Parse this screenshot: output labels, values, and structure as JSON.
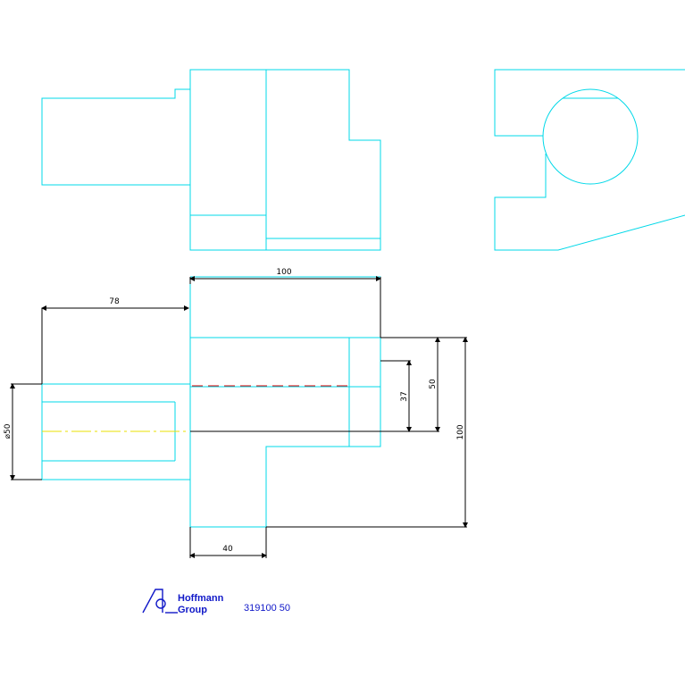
{
  "drawing": {
    "dimensions": {
      "d100_top": "100",
      "d78": "78",
      "d50_vert": "50",
      "d37": "37",
      "d100_vert": "100",
      "dia50": "⌀50",
      "d40": "40"
    },
    "colors": {
      "outline": "#00d8e8",
      "dimension": "#000000",
      "hidden_line": "#e00000",
      "center_line": "#e8e000",
      "logo": "#1018c8"
    },
    "logo": {
      "line1": "Hoffmann",
      "line2": "Group"
    },
    "part_number": "319100 50"
  }
}
